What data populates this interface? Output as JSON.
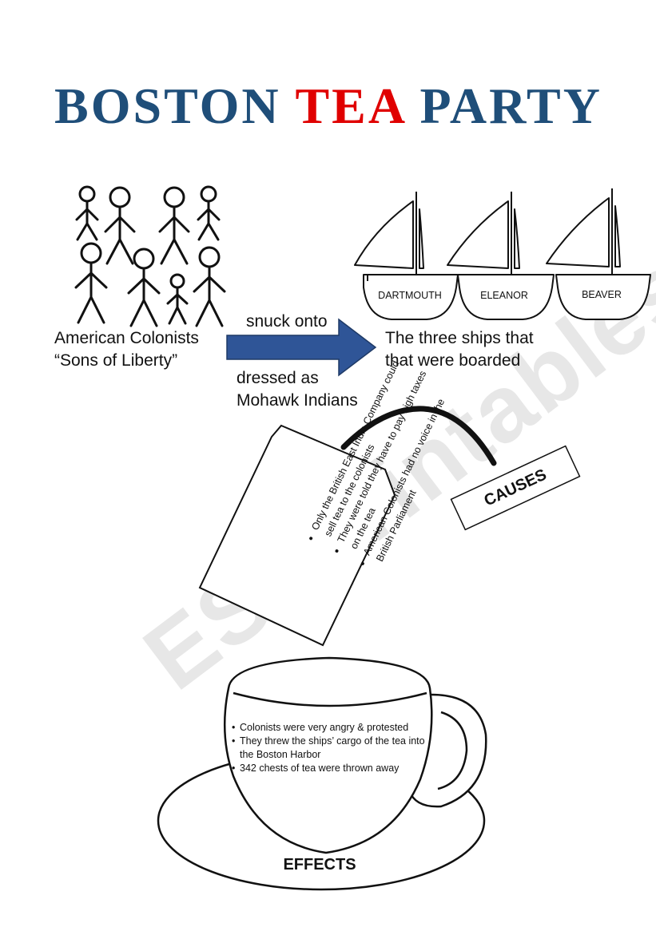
{
  "title": {
    "word1": "BOSTON",
    "word2": "TEA",
    "word3": "PARTY"
  },
  "colors": {
    "title_blue": "#1f4e79",
    "title_red": "#e00000",
    "arrow_blue": "#2f5597"
  },
  "colonists": {
    "line1": "American Colonists",
    "line2": "“Sons of Liberty”"
  },
  "arrow": {
    "top_label": "snuck onto",
    "bottom_line1": "dressed as",
    "bottom_line2": "Mohawk Indians"
  },
  "ships": {
    "names": [
      "DARTMOUTH",
      "ELEANOR",
      "BEAVER"
    ],
    "caption_line1": "The three ships that",
    "caption_line2": "that were boarded"
  },
  "causes": {
    "label": "CAUSES",
    "items": [
      "Only the British East India Company could sell tea to the colonists",
      "They were told they have to pay high taxes on the tea",
      "American Colonists had no voice in the British Parliament"
    ]
  },
  "effects": {
    "label": "EFFECTS",
    "items": [
      "Colonists were very angry & protested",
      "They threw the ships’ cargo of the tea into the Boston Harbor",
      "342 chests of tea were thrown away"
    ]
  },
  "watermark": "ESLprintables.com"
}
